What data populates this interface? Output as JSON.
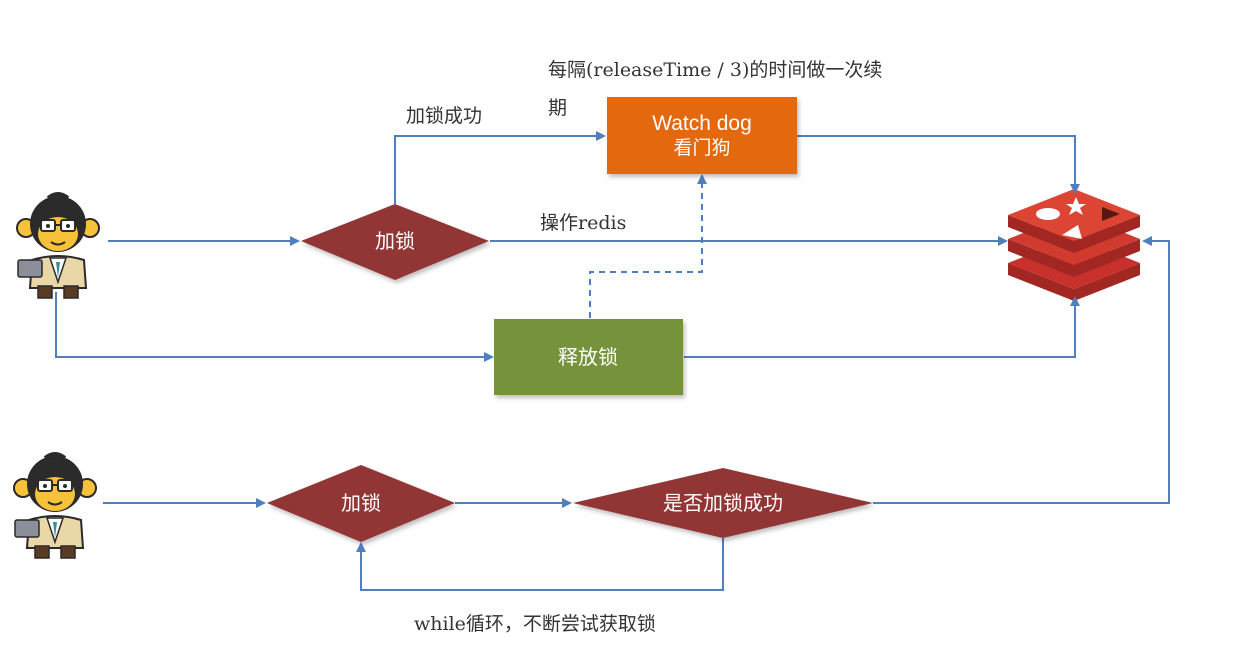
{
  "diagram": {
    "nodes": {
      "watchdog": {
        "title": "Watch dog",
        "subtitle": "看门狗",
        "color": "#e4680f"
      },
      "lock_top": {
        "label": "加锁",
        "color": "#923536"
      },
      "release": {
        "label": "释放锁",
        "color": "#76933a"
      },
      "lock_bottom": {
        "label": "加锁",
        "color": "#923536"
      },
      "check_lock": {
        "label": "是否加锁成功",
        "color": "#923536"
      }
    },
    "edge_labels": {
      "renew_line1": "每隔(releaseTime / 3)的时间做一次续",
      "renew_line2": "期",
      "lock_success": "加锁成功",
      "operate_redis": "操作redis",
      "retry_loop": "while循环，不断尝试获取锁"
    },
    "colors": {
      "arrow": "#4f7fbf",
      "label_text": "#333333",
      "redis_red": "#c8312b"
    },
    "icons": {
      "client_top": "monkey-developer-icon",
      "client_bottom": "monkey-developer-icon",
      "redis": "redis-logo-icon"
    }
  }
}
